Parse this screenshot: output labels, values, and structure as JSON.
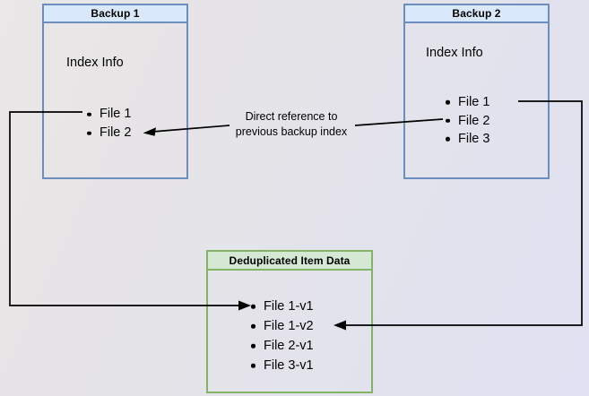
{
  "diagram": {
    "title_hidden": "Backup deduplication reference diagram",
    "background": {
      "gradient_from": "#e9e7e7",
      "gradient_to": "#e0e1f2"
    },
    "colors": {
      "blue_border": "#6c8ebf",
      "blue_fill": "#dae8fc",
      "green_border": "#82b366",
      "green_fill": "#d5e8d4",
      "connector": "#000000"
    },
    "nodes": {
      "backup1": {
        "header": "Backup 1",
        "body_label": "Index Info",
        "items": [
          "File 1",
          "File 2"
        ]
      },
      "backup2": {
        "header": "Backup 2",
        "body_label": "Index Info",
        "items": [
          "File 1",
          "File 2",
          "File 3"
        ]
      },
      "dedup": {
        "header": "Deduplicated Item Data",
        "items": [
          "File 1-v1",
          "File 1-v2",
          "File 2-v1",
          "File 3-v1"
        ]
      }
    },
    "annotations": {
      "center_label_line1": "Direct reference to",
      "center_label_line2": "previous backup index"
    }
  }
}
